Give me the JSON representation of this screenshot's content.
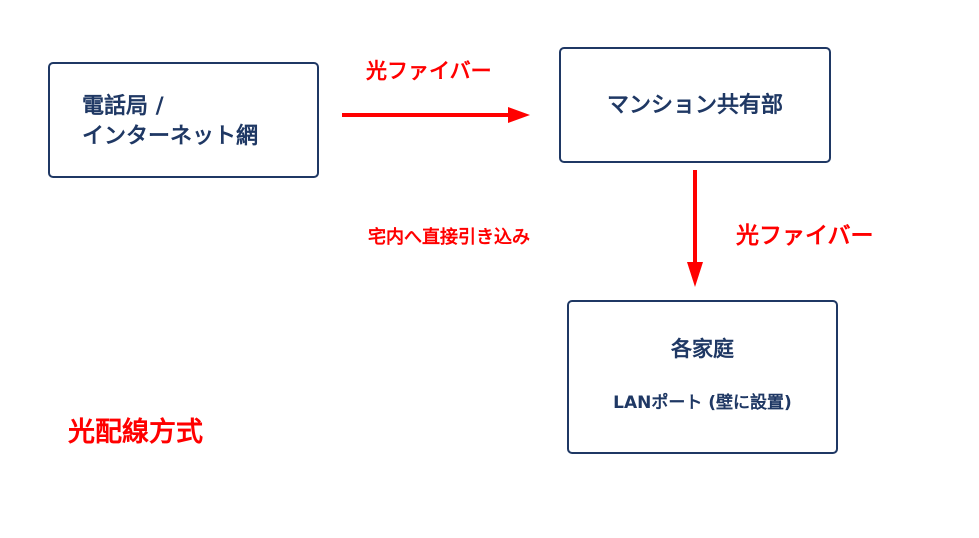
{
  "nodes": {
    "phone_network": {
      "line1": "電話局 /",
      "line2": "インターネット網"
    },
    "mansion_shared": {
      "label": "マンション共有部"
    },
    "each_home": {
      "label": "各家庭",
      "sublabel": "LANポート (壁に設置)"
    }
  },
  "edges": {
    "top_arrow_label": "光ファイバー",
    "down_arrow_label": "光ファイバー"
  },
  "annotation": "宅内へ直接引き込み",
  "method_title": "光配線方式",
  "colors": {
    "box_border": "#1f3864",
    "text_dark": "#1f3864",
    "accent_red": "#ff0000"
  }
}
